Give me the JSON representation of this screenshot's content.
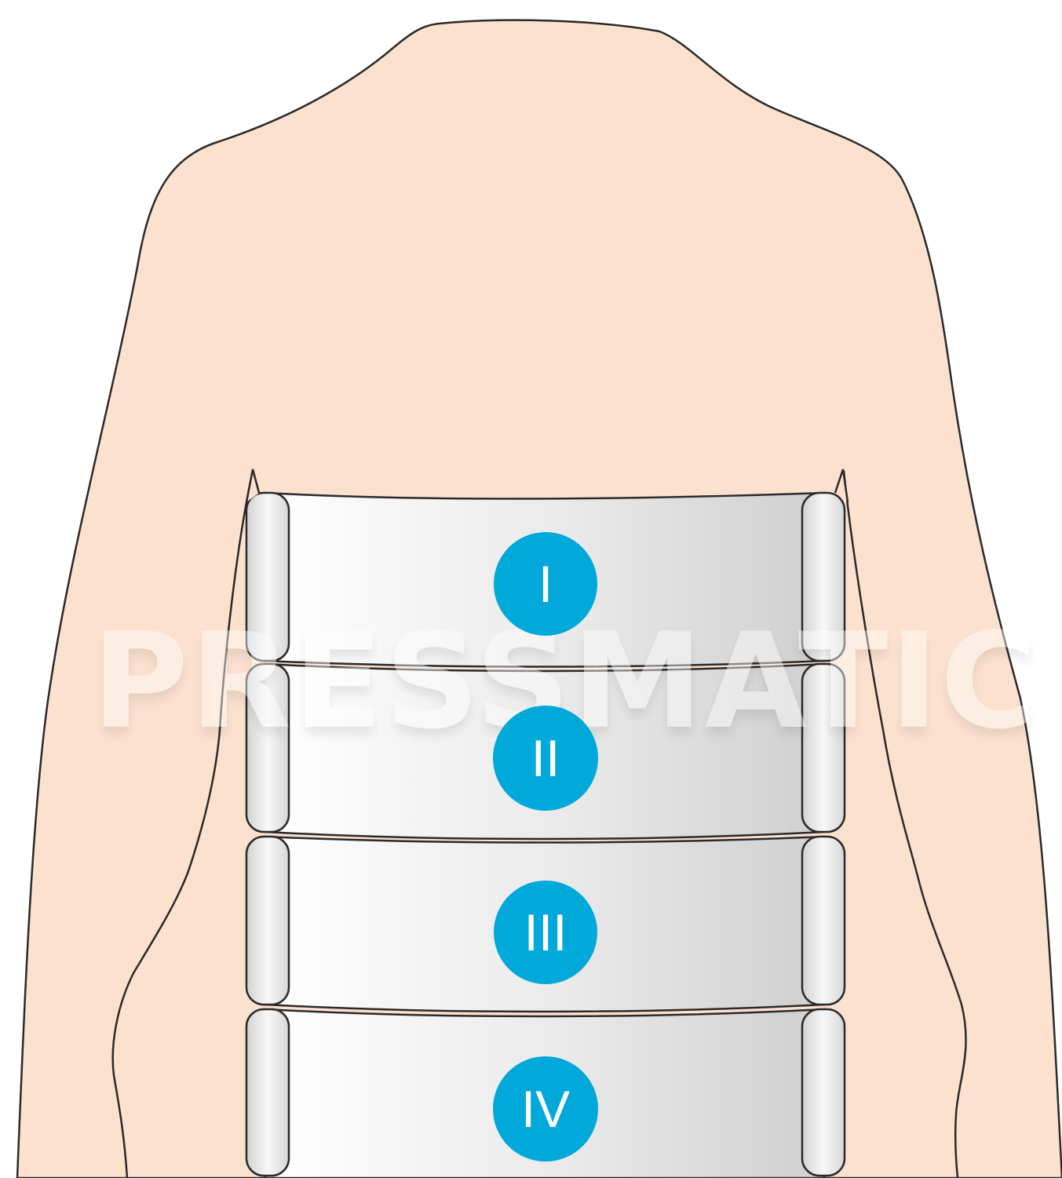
{
  "figure": {
    "watermark": "PRESSMATIC",
    "colors": {
      "skin": "#FCE1CF",
      "outline": "#2a2a2a",
      "zone_badge": "#00A9D9",
      "garment_light": "#fbfbfb",
      "garment_dark": "#cfcfcf",
      "background": "#ffffff"
    },
    "zones": [
      {
        "label": "I"
      },
      {
        "label": "II"
      },
      {
        "label": "III"
      },
      {
        "label": "IV"
      }
    ]
  }
}
